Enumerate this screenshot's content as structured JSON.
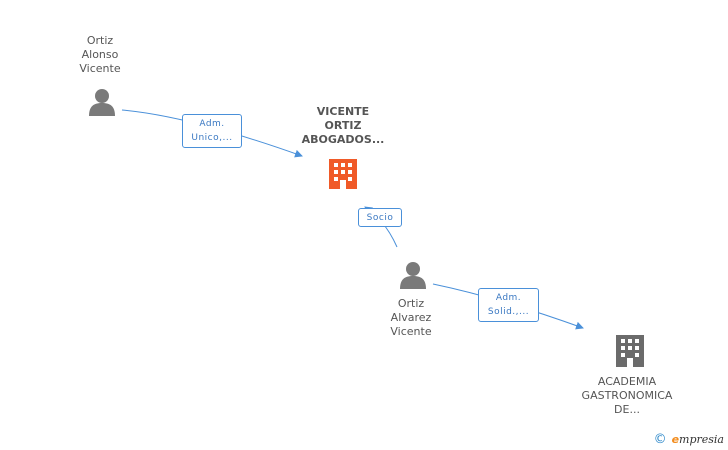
{
  "nodes": {
    "person_ortiz_alonso": {
      "label": "Ortiz\nAlonso\nVicente",
      "type": "person"
    },
    "company_vicente": {
      "label": "VICENTE\nORTIZ\nABOGADOS...",
      "type": "company",
      "color": "#f05a28"
    },
    "person_ortiz_alvarez": {
      "label": "Ortiz\nAlvarez\nVicente",
      "type": "person"
    },
    "company_academia": {
      "label": "ACADEMIA\nGASTRONOMICA\nDE...",
      "type": "company",
      "color": "#6b6b6b"
    }
  },
  "edges": {
    "alonso_to_vicente": {
      "label": "Adm.\nUnico,..."
    },
    "alvarez_to_vicente": {
      "label": "Socio"
    },
    "alvarez_to_academia": {
      "label": "Adm.\nSolid.,..."
    }
  },
  "colors": {
    "edge": "#4a90d9",
    "person_icon": "#7a7a7a"
  },
  "footer": {
    "copyright": "©",
    "brand_first": "e",
    "brand_rest": "mpresia"
  }
}
